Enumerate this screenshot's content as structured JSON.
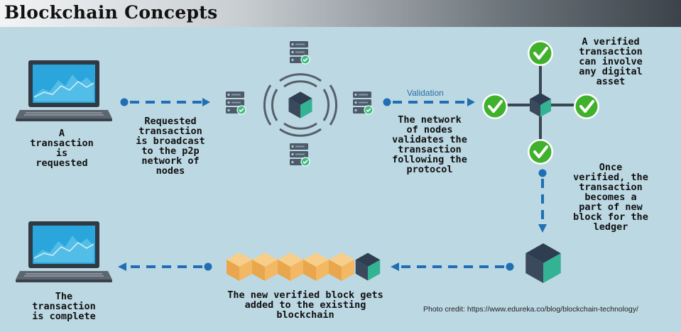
{
  "title": "Blockchain Concepts",
  "steps": {
    "requested": "A\ntransaction\nis\nrequested",
    "broadcast": "Requested\ntransaction\nis broadcast\nto the p2p\nnetwork of\nnodes",
    "validates": "The network\nof nodes\nvalidates the\ntransaction\nfollowing the\nprotocol",
    "digital_asset": "A verified\ntransaction\ncan involve\nany digital\nasset",
    "new_block": "Once\nverified, the\ntransaction\nbecomes a\npart of new\nblock for the\nledger",
    "added": "The new verified block gets\nadded to the existing\nblockchain",
    "complete": "The\ntransaction\nis complete"
  },
  "validation_label": "Validation",
  "credit": "Photo credit: https://www.edureka.co/blog/blockchain-technology/",
  "icons": [
    "laptop-icon",
    "server-icon",
    "cube-icon",
    "check-icon",
    "arrow-icon",
    "blockchain-icon"
  ],
  "colors": {
    "background": "#bcd8e3",
    "arrow": "#1f6fb2",
    "check": "#3fb12c",
    "cube_teal": "#34b394",
    "cube_dark": "#3a4a5c",
    "chain_block": "#f3b864"
  }
}
